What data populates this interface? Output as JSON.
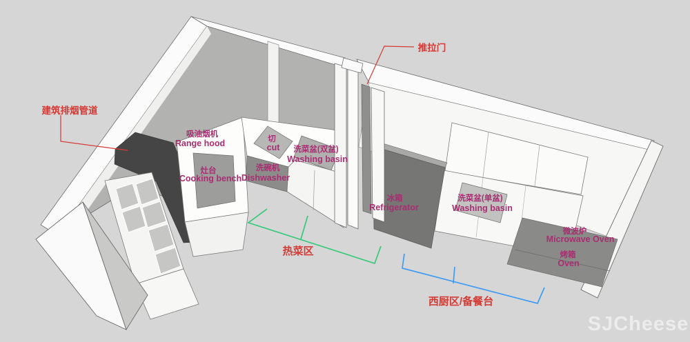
{
  "colors": {
    "magenta": "#a82e71",
    "red": "#d43b35",
    "green": "#35c97a",
    "blue": "#3d9bf5",
    "watermark": "rgba(255,255,255,0.55)",
    "duct_fill": "#454545",
    "fridge_fill": "#767674"
  },
  "labels": {
    "duct_callout": "建筑排烟管道",
    "sliding_door": "推拉门",
    "range_hood_zh": "吸油烟机",
    "range_hood_en": "Range hood",
    "cut_zh": "切",
    "cut_en": "cut",
    "double_basin_zh": "洗菜盆(双盆)",
    "double_basin_en": "Washing basin",
    "cooktop_zh": "灶台",
    "cooktop_en": "Cooking bench",
    "dishwasher_zh": "洗碗机",
    "dishwasher_en": "Dishwasher",
    "fridge_zh": "冰箱",
    "fridge_en": "Refrigerator",
    "single_basin_zh": "洗菜盆(单盆)",
    "single_basin_en": "Washing basin",
    "microwave_zh": "微波炉",
    "microwave_en": "Microwave Oven",
    "oven_zh": "烤箱",
    "oven_en": "Oven",
    "hot_zone": "热菜区",
    "west_zone": "西厨区/备餐台"
  },
  "watermark": "SJCheese"
}
